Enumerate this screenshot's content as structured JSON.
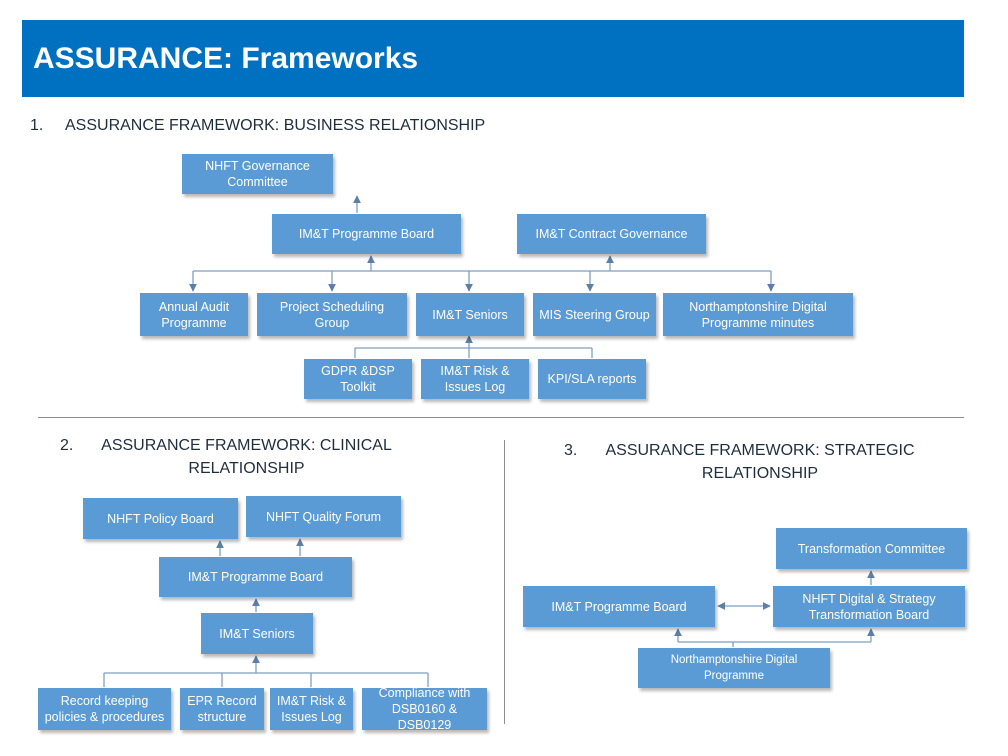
{
  "header": {
    "title": "ASSURANCE: Frameworks",
    "color": "#0070C0"
  },
  "box_color": "#5b9bd5",
  "section1": {
    "number": "1.",
    "title": "ASSURANCE FRAMEWORK: BUSINESS RELATIONSHIP",
    "boxes": {
      "governance_committee": "NHFT Governance Committee",
      "programme_board": "IM&T Programme Board",
      "contract_governance": "IM&T Contract Governance",
      "annual_audit": "Annual Audit Programme",
      "project_scheduling": "Project Scheduling Group",
      "seniors": "IM&T Seniors",
      "mis_steering": "MIS Steering Group",
      "northants_minutes": "Northamptonshire Digital Programme minutes",
      "gdpr": "GDPR &DSP Toolkit",
      "risk_log": "IM&T Risk & Issues Log",
      "kpi": "KPI/SLA reports"
    }
  },
  "section2": {
    "number": "2.",
    "title": "ASSURANCE FRAMEWORK: CLINICAL RELATIONSHIP",
    "boxes": {
      "policy_board": "NHFT Policy Board",
      "quality_forum": "NHFT Quality Forum",
      "programme_board": "IM&T Programme Board",
      "seniors": "IM&T Seniors",
      "record_keeping": "Record keeping policies & procedures",
      "epr": "EPR Record structure",
      "risk_log": "IM&T Risk & Issues Log",
      "compliance": "Compliance with DSB0160 & DSB0129"
    }
  },
  "section3": {
    "number": "3.",
    "title": "ASSURANCE FRAMEWORK: STRATEGIC RELATIONSHIP",
    "boxes": {
      "transformation_committee": "Transformation Committee",
      "programme_board": "IM&T Programme Board",
      "digital_strategy_board": "NHFT Digital & Strategy Transformation Board",
      "northants_programme": "Northamptonshire Digital Programme"
    }
  }
}
